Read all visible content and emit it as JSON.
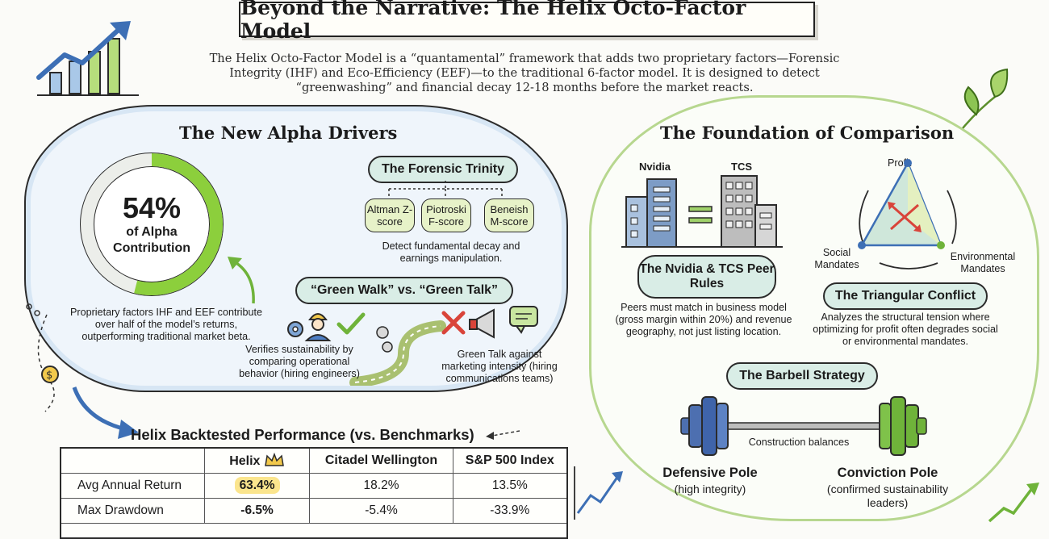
{
  "header": {
    "title": "Beyond the Narrative: The Helix Octo-Factor Model",
    "intro": "The Helix Octo-Factor Model is a “quantamental” framework that adds two proprietary factors—Forensic Integrity (IHF) and Eco-Efficiency (EEF)—to the traditional 6-factor model. It is designed to detect “greenwashing” and financial decay 12-18 months before the market reacts."
  },
  "alpha": {
    "title": "The New Alpha Drivers",
    "donut_value": "54%",
    "donut_fraction": 0.54,
    "donut_label": "of Alpha Contribution",
    "description": "Proprietary factors IHF and EEF contribute over half of the model’s returns, outperforming traditional market beta.",
    "forensic_title": "The Forensic Trinity",
    "scores": [
      "Altman Z-score",
      "Piotroski F-score",
      "Beneish M-score"
    ],
    "forensic_desc": "Detect fundamental decay and earnings manipulation.",
    "green_title": "“Green Walk” vs. “Green Talk”",
    "walk_desc": "Verifies sustainability by comparing operational behavior (hiring engineers)",
    "talk_desc": "Green Talk against marketing intensity (hiring communications teams)"
  },
  "comparison": {
    "title": "The Foundation of Comparison",
    "company_a": "Nvidia",
    "company_b": "TCS",
    "peer_title": "The Nvidia & TCS Peer Rules",
    "peer_desc": "Peers must match in business model (gross margin within 20%) and revenue geography, not just listing location.",
    "triangle_top": "Profit",
    "triangle_left": "Social Mandates",
    "triangle_right": "Environmental Mandates",
    "triangle_title": "The Triangular Conflict",
    "triangle_desc": "Analyzes the structural tension where optimizing for profit often degrades social or environmental mandates.",
    "barbell_title": "The Barbell Strategy",
    "barbell_center": "Construction balances",
    "left_pole": "Defensive Pole",
    "left_pole_sub": "(high integrity)",
    "right_pole": "Conviction Pole",
    "right_pole_sub": "(confirmed sustainability leaders)"
  },
  "performance": {
    "title": "Helix Backtested Performance (vs. Benchmarks)",
    "headers": [
      "",
      "Helix",
      "Citadel Wellington",
      "S&P 500 Index"
    ],
    "rows": [
      {
        "label": "Avg Annual Return",
        "helix": "63.4%",
        "citadel": "18.2%",
        "sp500": "13.5%"
      },
      {
        "label": "Max Drawdown",
        "helix": "-6.5%",
        "citadel": "-5.4%",
        "sp500": "-33.9%"
      }
    ]
  },
  "colors": {
    "accent_green": "#8ccf3c",
    "accent_blue": "#3d6fb5",
    "pill_fill": "#d9ede6",
    "highlight": "#fbe58d",
    "alert_red": "#d9443a"
  },
  "icons": [
    "trending-chart-icon",
    "gear-icon",
    "worker-icon",
    "check-icon",
    "cross-icon",
    "megaphone-icon",
    "chat-bubble-icon",
    "road-icon",
    "building-icon",
    "crown-icon",
    "coin-icon",
    "leaf-icon",
    "barbell-icon"
  ]
}
